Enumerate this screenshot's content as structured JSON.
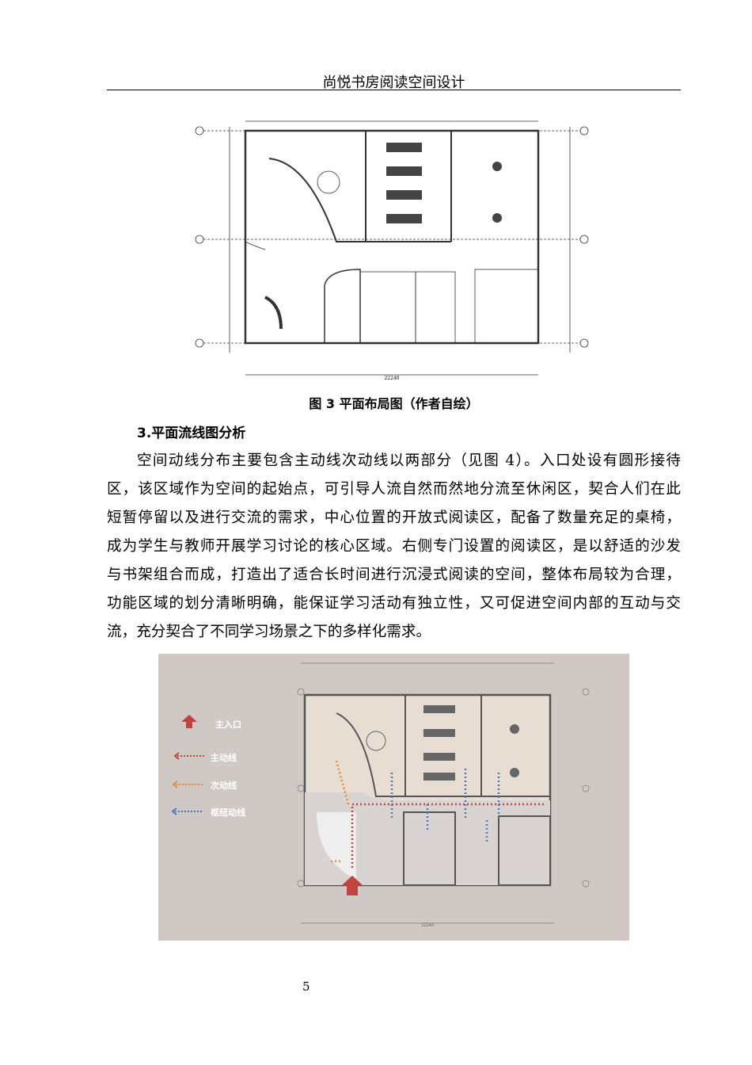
{
  "header": {
    "title": "尚悦书房阅读空间设计"
  },
  "figure1": {
    "caption": "图 3 平面布局图（作者自绘）",
    "dimension_total": "22240"
  },
  "section": {
    "heading": "3.平面流线图分析",
    "lines": [
      "空间动线分布主要包含主动线次动线以两部分（见图 4）。入口处设有圆形接待",
      "区，该区域作为空间的起始点，可引导人流自然而然地分流至休闲区，契合人们在此",
      "短暂停留以及进行交流的需求，中心位置的开放式阅读区，配备了数量充足的桌椅，",
      "成为学生与教师开展学习讨论的核心区域。右侧专门设置的阅读区，是以舒适的沙发",
      "与书架组合而成，打造出了适合长时间进行沉浸式阅读的空间，整体布局较为合理，",
      "功能区域的划分清晰明确，能保证学习活动有独立性，又可促进空间内部的互动与交",
      "流，充分契合了不同学习场景之下的多样化需求。"
    ]
  },
  "figure2": {
    "legend": [
      {
        "label": "主入口",
        "icon": "up-arrow-icon",
        "color": "#c0443f"
      },
      {
        "label": "主动线",
        "icon": "dotted-arrow-icon",
        "color": "#c0443f"
      },
      {
        "label": "次动线",
        "icon": "dotted-arrow-icon",
        "color": "#e8893a"
      },
      {
        "label": "枢纽动线",
        "icon": "dotted-arrow-icon",
        "color": "#4a78c0"
      }
    ],
    "dimension_total": "22240"
  },
  "footer": {
    "page_number": "5"
  }
}
